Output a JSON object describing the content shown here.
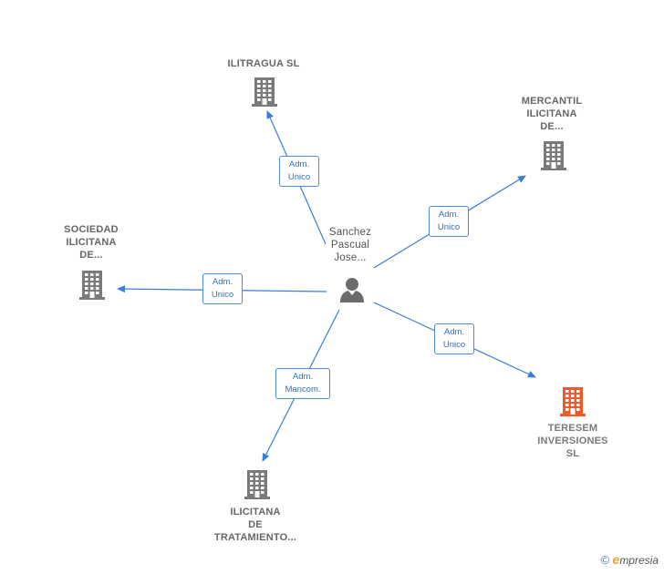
{
  "colors": {
    "edge": "#3a7dd6",
    "building": "#7a7a7a",
    "building_highlight": "#f05a2a",
    "person": "#6b6b6b"
  },
  "person": {
    "lines": [
      "Sanchez",
      "Pascual",
      "Jose..."
    ],
    "icon": "person-icon"
  },
  "companies": [
    {
      "id": "ilitragua",
      "lines": [
        "ILITRAGUA SL"
      ],
      "icon": "building-icon",
      "highlight": false
    },
    {
      "id": "mercantil",
      "lines": [
        "MERCANTIL",
        "ILICITANA",
        "DE..."
      ],
      "icon": "building-icon",
      "highlight": false
    },
    {
      "id": "sociedad",
      "lines": [
        "SOCIEDAD",
        "ILICITANA",
        "DE..."
      ],
      "icon": "building-icon",
      "highlight": false
    },
    {
      "id": "teresem",
      "lines": [
        "TERESEM",
        "INVERSIONES",
        "SL"
      ],
      "icon": "building-icon",
      "highlight": true
    },
    {
      "id": "tratamiento",
      "lines": [
        "ILICITANA",
        "DE",
        "TRATAMIENTO..."
      ],
      "icon": "building-icon",
      "highlight": false
    }
  ],
  "relations": [
    {
      "to": "ilitragua",
      "lines": [
        "Adm.",
        "Unico"
      ]
    },
    {
      "to": "mercantil",
      "lines": [
        "Adm.",
        "Unico"
      ]
    },
    {
      "to": "sociedad",
      "lines": [
        "Adm.",
        "Unico"
      ]
    },
    {
      "to": "teresem",
      "lines": [
        "Adm.",
        "Unico"
      ]
    },
    {
      "to": "tratamiento",
      "lines": [
        "Adm.",
        "Mancom."
      ]
    }
  ],
  "footer": {
    "copyright": "©",
    "brand_initial": "e",
    "brand_rest": "mpresia"
  }
}
